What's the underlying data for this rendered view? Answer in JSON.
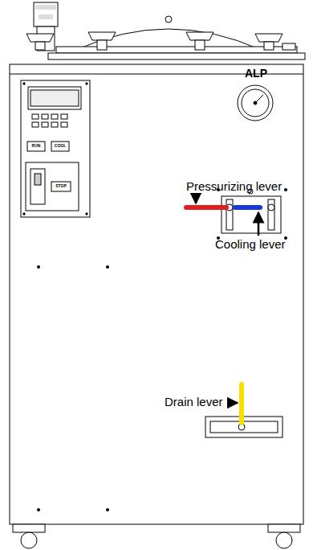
{
  "diagram": {
    "labels": [
      "ALP",
      "RUN",
      "COOL",
      "STOP",
      "Pressurizing lever",
      "Cooling lever",
      "Drain lever"
    ]
  }
}
